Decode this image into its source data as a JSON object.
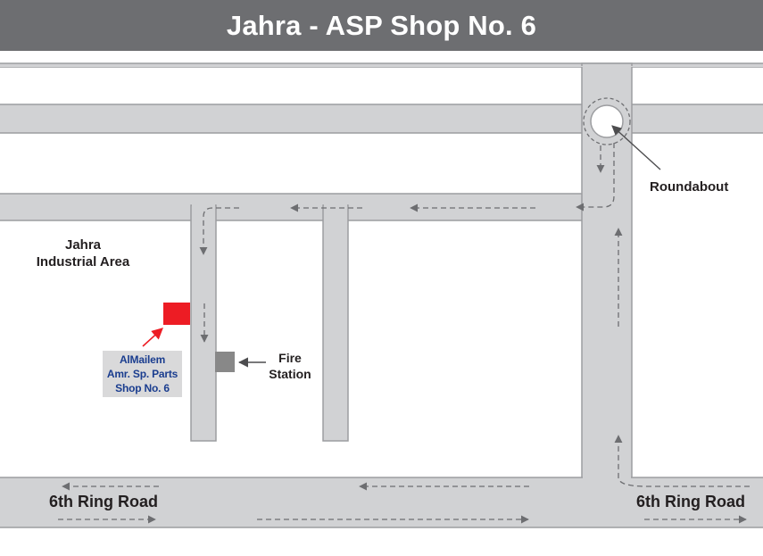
{
  "title": "Jahra - ASP Shop No. 6",
  "colors": {
    "title_bar": "#6d6e71",
    "road": "#d1d2d4",
    "road_edge": "#9c9da0",
    "shop_marker": "#ed1c24",
    "fire_station_marker": "#888888",
    "shop_label_text": "#1a3d8f",
    "route_arrow": "#6d6e71"
  },
  "labels": {
    "industrial_area": [
      "Jahra",
      "Industrial Area"
    ],
    "fire_station": [
      "Fire",
      "Station"
    ],
    "roundabout": "Roundabout",
    "ring_road_left": "6th Ring Road",
    "ring_road_right": "6th Ring Road"
  },
  "shop_label": [
    "AlMailem",
    "Amr. Sp. Parts",
    "Shop No. 6"
  ],
  "markers": [
    {
      "name": "shop-marker",
      "type": "destination"
    },
    {
      "name": "fire-station-marker",
      "type": "landmark"
    }
  ]
}
